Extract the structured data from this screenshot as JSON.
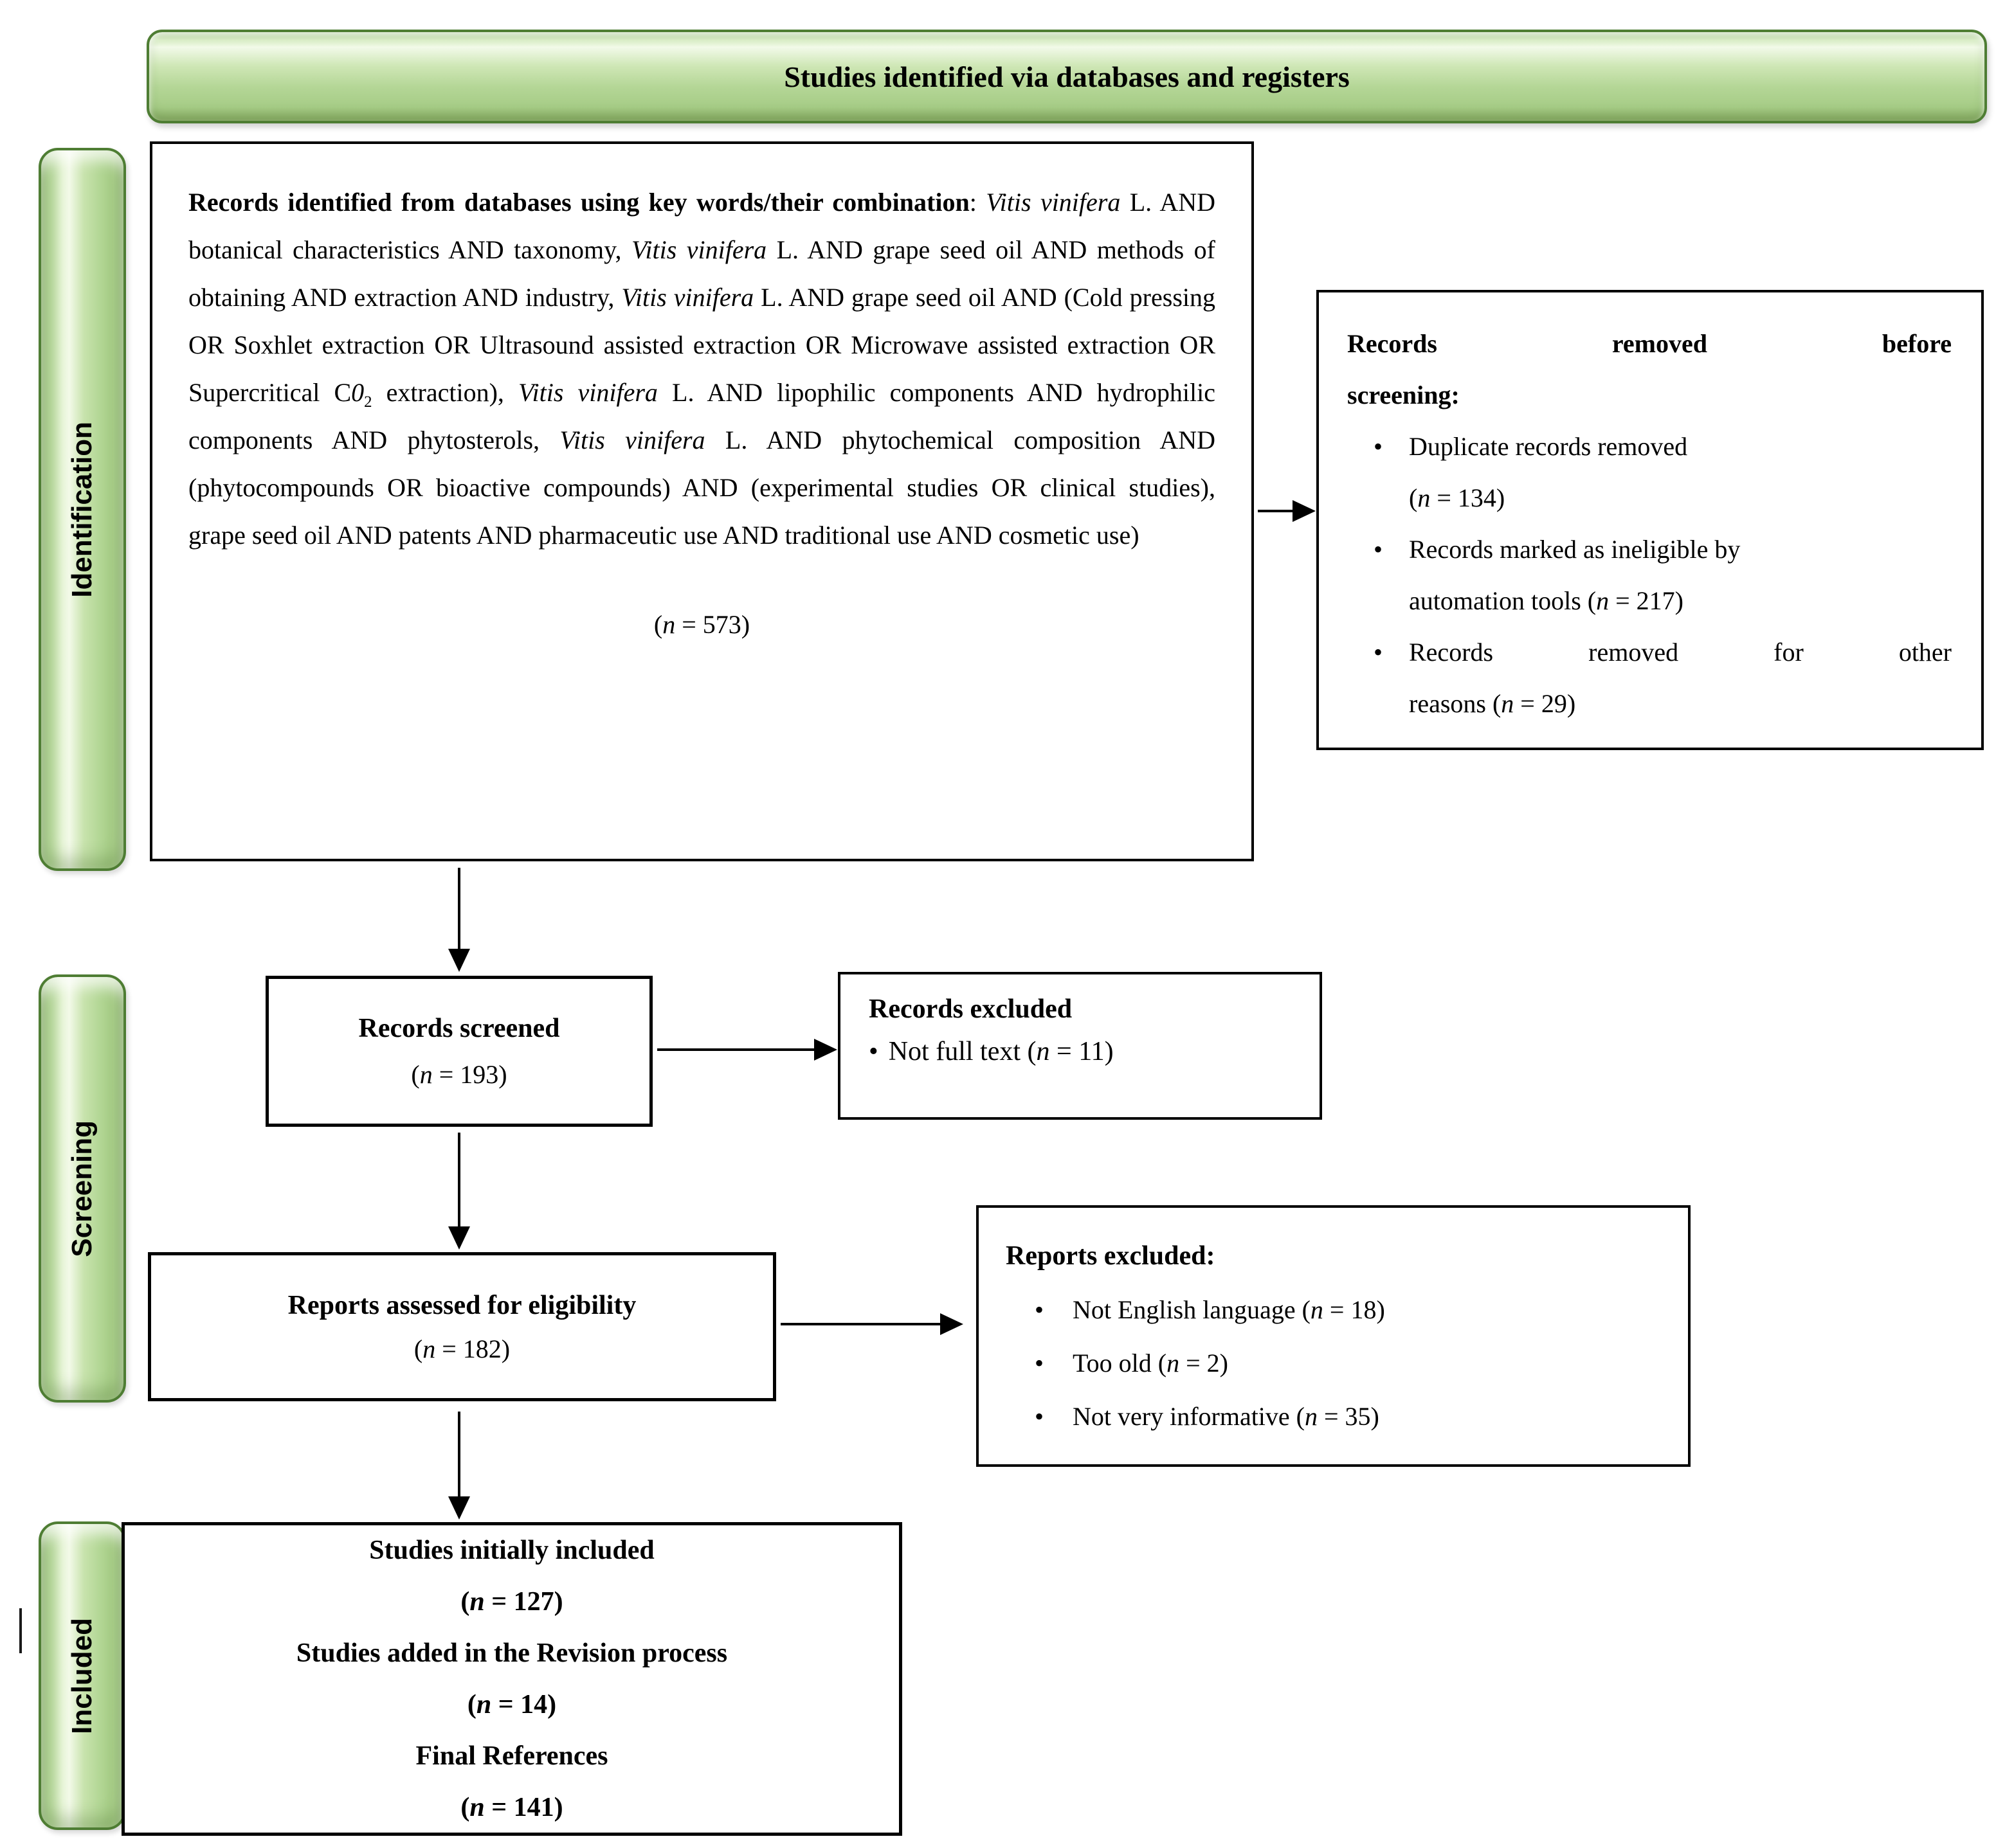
{
  "colors": {
    "bar_border": "#4e7d33",
    "bar_fill": "#b4d696",
    "box_border": "#000000",
    "background": "#ffffff"
  },
  "header": {
    "title": "Studies identified via databases and registers"
  },
  "stages": {
    "identification": "Identification",
    "screening": "Screening",
    "included": "Included"
  },
  "main_box": {
    "segments": [
      "Records identified from databases using key words/their combination",
      ": ",
      "Vitis vinifera",
      " L. AND botanical characteristics AND taxonomy, ",
      "Vitis vinifera",
      " L. AND grape seed oil AND methods of obtaining AND extraction AND industry, ",
      "Vitis vinifera",
      " L. AND grape seed oil AND (Cold pressing OR Soxhlet extraction OR Ultrasound assisted extraction OR Microwave assisted extraction OR Supercritical C",
      "0",
      "2",
      " extraction), ",
      "Vitis vinifera",
      " L. AND lipophilic components AND hydrophilic components AND phytosterols, ",
      "Vitis vinifera",
      " L. AND phytochemical composition AND (phytocompounds OR bioactive compounds) AND (experimental studies OR clinical studies), grape seed oil AND patents AND pharmaceutic use AND traditional use AND cosmetic use)"
    ],
    "stat": {
      "pre": "(",
      "n": "n",
      "post": " = 573)"
    }
  },
  "removed_box": {
    "marker": "•",
    "title_line1": "Records removed before",
    "title_line2": "screening:",
    "bullets": [
      {
        "line1": "Duplicate records removed",
        "l2pre": "(",
        "n": "n",
        "l2post": " = 134)"
      },
      {
        "line1": "Records marked as ineligible by",
        "l2pre": "automation tools (",
        "n": "n",
        "l2post": " = 217)"
      },
      {
        "line1": "Records removed for other",
        "l2pre": "reasons (",
        "n": "n",
        "l2post": " = 29)"
      }
    ]
  },
  "records_screened": {
    "title": "Records screened",
    "stat": {
      "pre": "(",
      "n": "n",
      "post": " = 193)"
    }
  },
  "records_excluded": {
    "marker": "•",
    "title": "Records excluded",
    "bullet": {
      "pre": "Not full text (",
      "n": "n",
      "post": " = 11)"
    }
  },
  "reports_assessed": {
    "title": "Reports assessed for eligibility",
    "stat": {
      "pre": "(",
      "n": "n",
      "post": " = 182)"
    }
  },
  "reports_excluded": {
    "marker": "•",
    "title": "Reports excluded:",
    "bullets": [
      {
        "pre": "Not English language (",
        "n": "n",
        "post": " = 18)"
      },
      {
        "pre": "Too old (",
        "n": "n",
        "post": " = 2)"
      },
      {
        "pre": "Not very informative (",
        "n": "n",
        "post": " = 35)"
      }
    ]
  },
  "included_box": {
    "line1": "Studies initially included",
    "stat1": {
      "pre": "(",
      "n": "n",
      "post": " = 127)"
    },
    "line2": "Studies added in the Revision process",
    "stat2": {
      "pre": "(",
      "n": "n",
      "post": " = 14)"
    },
    "line3": "Final References",
    "stat3": {
      "pre": "(",
      "n": "n",
      "post": " = 141)"
    }
  }
}
